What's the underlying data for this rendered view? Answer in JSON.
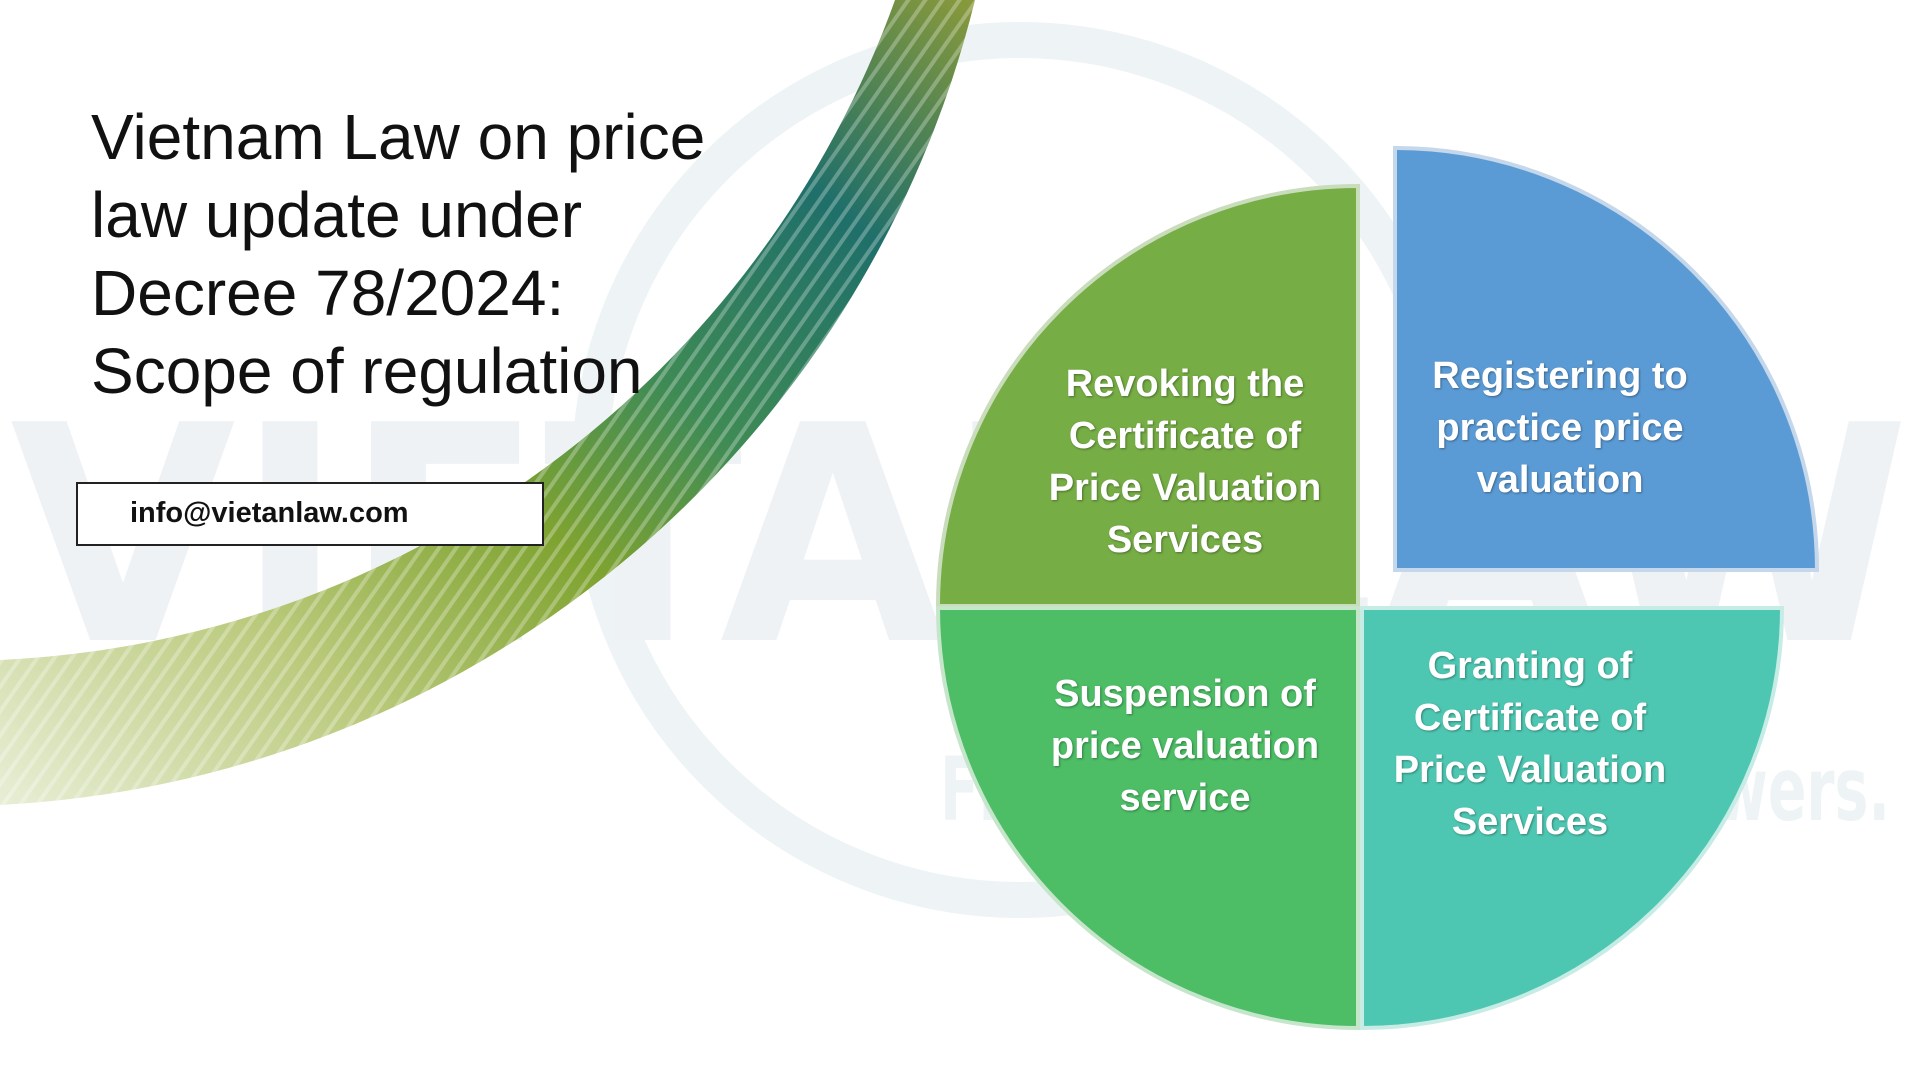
{
  "slide": {
    "title_line1": "Vietnam Law on price",
    "title_line2": "law update under",
    "title_line3": "Decree 78/2024:",
    "subtitle": "Scope of regulation",
    "email": "info@vietanlaw.com"
  },
  "watermark": {
    "brand": "VIETANLAW",
    "tagline": "Find Vietnam Law & answers."
  },
  "diagram": {
    "quadrants": [
      {
        "id": "top-left",
        "label": "Revoking the\nCertificate of\nPrice Valuation\nServices",
        "color": "#76ad45"
      },
      {
        "id": "top-right",
        "label": "Registering to\npractice price\nvaluation",
        "color": "#5b9bd5"
      },
      {
        "id": "bottom-left",
        "label": "Suspension of\nprice valuation\nservice",
        "color": "#4dbe66"
      },
      {
        "id": "bottom-right",
        "label": "Granting of\nCertificate of\nPrice Valuation\nServices",
        "color": "#4ec7b2"
      }
    ]
  },
  "colors": {
    "arc_dark": "#1f6f6a",
    "arc_mid": "#2e8f8a",
    "arc_olive": "#8fa83a",
    "arc_light": "#c8d6a0"
  }
}
